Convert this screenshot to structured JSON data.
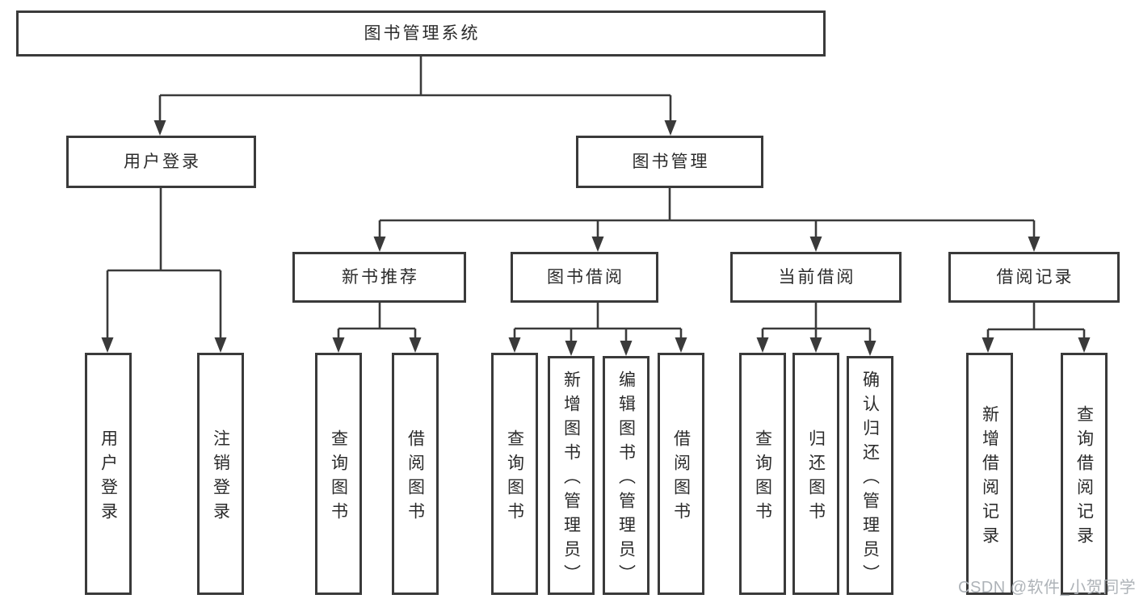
{
  "diagram": {
    "title": "图书管理系统",
    "colors": {
      "line": "#3a3a3a",
      "box_border": "#3a3a3a",
      "text": "#2b2b2b",
      "background": "#ffffff",
      "watermark": "#aeb3b8"
    },
    "tree": {
      "label": "图书管理系统",
      "children": [
        {
          "label": "用户登录",
          "children": [
            {
              "label": "用户登录"
            },
            {
              "label": "注销登录"
            }
          ]
        },
        {
          "label": "图书管理",
          "children": [
            {
              "label": "新书推荐",
              "children": [
                {
                  "label": "查询图书"
                },
                {
                  "label": "借阅图书"
                }
              ]
            },
            {
              "label": "图书借阅",
              "children": [
                {
                  "label": "查询图书"
                },
                {
                  "label": "新增图书（管理员）"
                },
                {
                  "label": "编辑图书（管理员）"
                },
                {
                  "label": "借阅图书"
                }
              ]
            },
            {
              "label": "当前借阅",
              "children": [
                {
                  "label": "查询图书"
                },
                {
                  "label": "归还图书"
                },
                {
                  "label": "确认归还（管理员）"
                }
              ]
            },
            {
              "label": "借阅记录",
              "children": [
                {
                  "label": "新增借阅记录"
                },
                {
                  "label": "查询借阅记录"
                }
              ]
            }
          ]
        }
      ]
    },
    "watermark": "CSDN @软件_小贺同学"
  }
}
